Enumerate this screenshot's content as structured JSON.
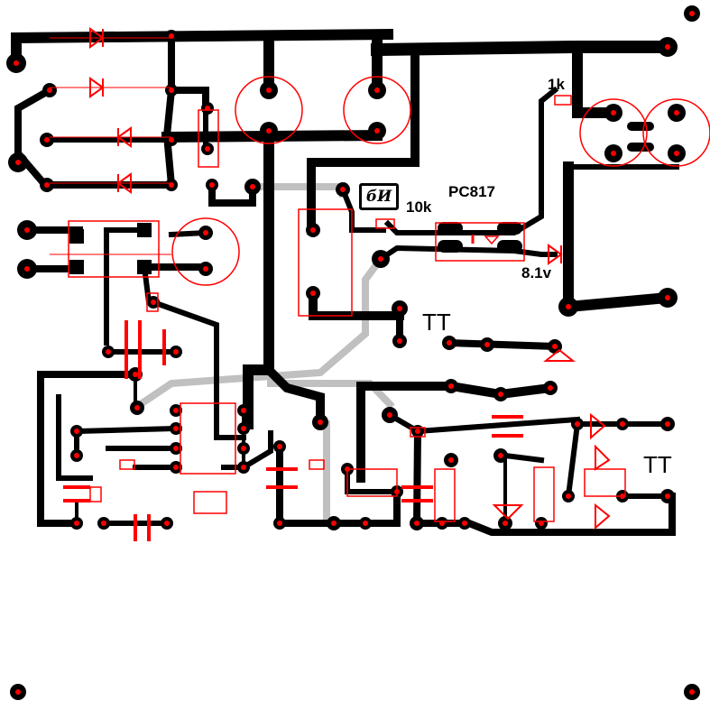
{
  "board": {
    "labels": {
      "optocoupler": "PC817",
      "resistor_10k": "10k",
      "resistor_1k": "1k",
      "zener_voltage": "8.1v",
      "transistor_1": "TT",
      "transistor_2": "TT"
    },
    "logo_text": "бИ",
    "colors": {
      "copper": "#000000",
      "silkscreen": "#ff0000",
      "jumper": "#c0c0c0",
      "drill": "#ff0000"
    }
  }
}
